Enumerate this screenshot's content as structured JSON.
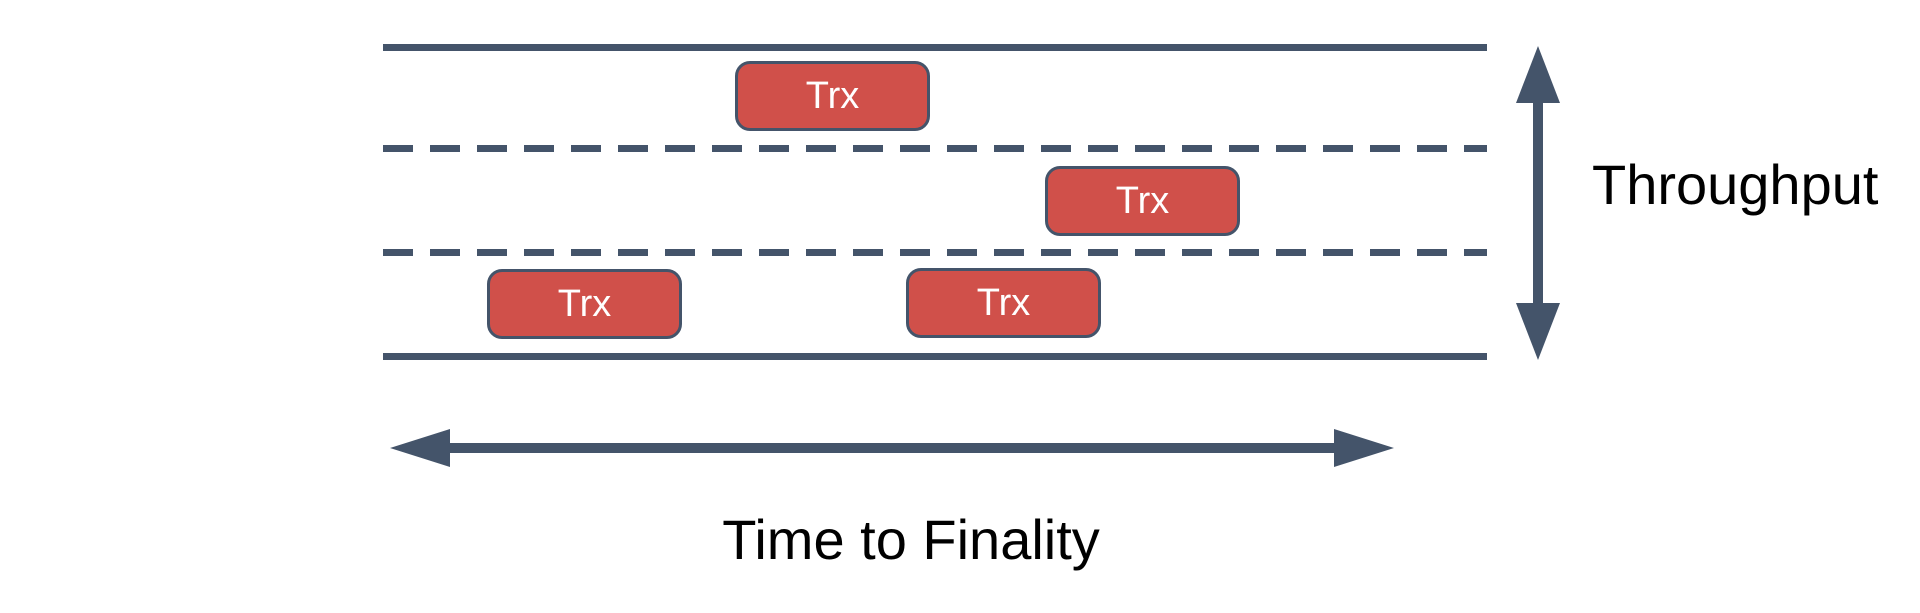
{
  "diagram": {
    "description": "Blockchain lanes diagram: three lanes with transaction blocks, throughput vs time to finality",
    "lane_count": 3,
    "boxes": [
      {
        "label": "Trx",
        "lane": "top"
      },
      {
        "label": "Trx",
        "lane": "middle"
      },
      {
        "label": "Trx",
        "lane": "bottom"
      },
      {
        "label": "Trx",
        "lane": "bottom"
      }
    ],
    "throughput_label": "Throughput",
    "time_to_finality_label": "Time to Finality"
  },
  "icons": {
    "vertical_double_arrow": "↕",
    "horizontal_double_arrow": "↔"
  },
  "colors": {
    "slate": "#44546A",
    "red": "#D0504A",
    "label": "#000000",
    "trx_text": "#FFFFFF",
    "background": "#FFFFFF"
  }
}
